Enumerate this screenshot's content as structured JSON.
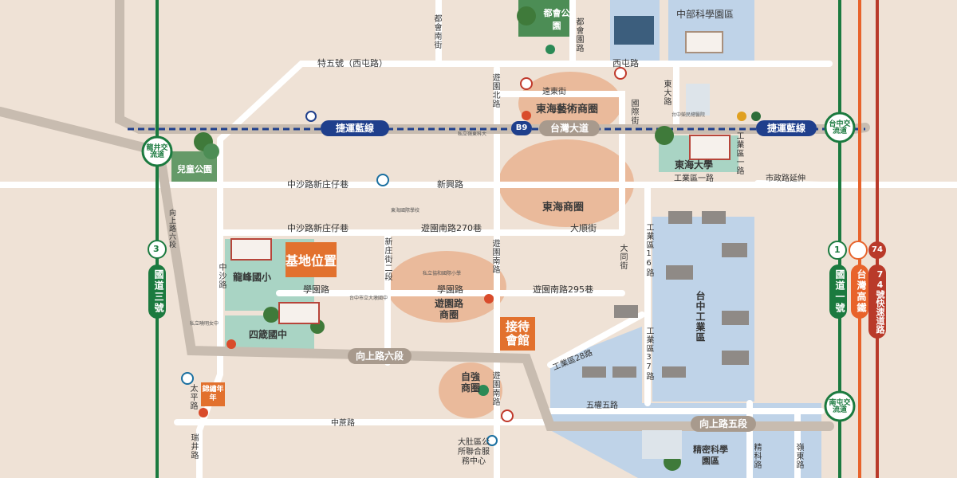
{
  "colors": {
    "background": "#efe2d6",
    "road": "#ffffff",
    "metro": "#1f3f8c",
    "freeway_green": "#1b7a3f",
    "thsr_orange": "#e8632b",
    "expressway_red": "#b93a2a",
    "industrial_blue": "#bfd3e8",
    "school_teal": "#a9d4c4",
    "park_green": "#4c8d55",
    "highlight": "#e2712e",
    "boulevard": "#c8bcb0"
  },
  "labels": {
    "park_dugong": "都會公園",
    "central_science_park": "中部科學園區",
    "road_te5": "特五號（西屯路）",
    "road_xitun": "西屯路",
    "road_duhui_south": "都會南街",
    "road_duhui_yuan": "都會園路",
    "road_dongda": "東大路",
    "road_yuandong": "遠東街",
    "road_youyuan_north": "遊園北路",
    "road_guoji": "國際街",
    "donghai_art_district": "東海藝術商圈",
    "metro_left": "捷運藍線",
    "metro_right": "捷運藍線",
    "taiwan_blvd": "台灣大道",
    "metro_station": "B9",
    "longjing_ic": "龍井交流道",
    "taichung_ic": "台中交流道",
    "children_park": "兒童公園",
    "road_zhongsha_1": "中沙路新庄仔巷",
    "road_zhongsha_2": "中沙路新庄仔巷",
    "road_xinxing": "新興路",
    "donghai_district": "東海商圈",
    "donghai_university": "東海大學",
    "road_industrial_1": "工業區一路",
    "road_industrial_1v": "工業區一路",
    "road_shizheng": "市政路延伸",
    "road_youyuan_south_270": "遊園南路270巷",
    "road_dashun": "大順街",
    "road_industrial_16": "工業區16路",
    "road_datong": "大同街",
    "site_location": "基地位置",
    "longfeng_elementary": "龍峰國小",
    "sikuang_junior": "四箴國中",
    "road_zhongsha_v": "中沙路",
    "road_xinzhuang": "新庄街二段",
    "road_xueyuan_1": "學園路",
    "road_xueyuan_2": "學園路",
    "road_youyuan_south_v": "遊園南路",
    "road_youyuan_south_295": "遊園南路295巷",
    "youyuan_district": "遊園路商圈",
    "reception_center": "接待會館",
    "taichung_industrial_zone": "台中工業區",
    "road_industrial_37": "工業區37路",
    "road_industrial_28": "工業區28路",
    "road_xiangshang_6": "向上路六段",
    "road_xiangshang_6v": "向上路六段",
    "road_xiangshang_5": "向上路五段",
    "ziqiang_district": "自強商圈",
    "jinxiu_district": "錦繡年年",
    "road_taiping": "太平路",
    "road_ruijing": "瑞井路",
    "road_wuqi": "五權五路",
    "road_zhongpei": "中蔗路",
    "road_youyuan_south_v2": "遊園南路",
    "dadu_office": "大肚區公所聯合服務中心",
    "precision_park": "精密科學園區",
    "road_jingke": "精科路",
    "road_lingdong": "嶺東路",
    "freeway_3_num": "3",
    "freeway_3": "國道三號",
    "freeway_1_num": "1",
    "freeway_1": "國道一號",
    "thsr": "台灣高鐵",
    "expressway_74_num": "74",
    "expressway_74": "74號快速道路",
    "nantun_ic": "南屯交流道",
    "taichung_metro_hall": "台中榮民總醫院",
    "prc_1": "私立嶺東科大",
    "prc_2": "私立協和國際小學",
    "small_a": "私立曉明女中",
    "small_b": "台中市立大墩國中",
    "small_c": "東海國際學校"
  },
  "icons": [
    "park-tree-icon",
    "store-711-icon",
    "store-familymart-icon",
    "store-hilife-icon",
    "mcdonalds-icon",
    "starbucks-icon",
    "pxmart-icon",
    "carrefour-icon",
    "bank-icon",
    "hospital-icon",
    "school-building-icon",
    "factory-icon",
    "freeway-shield-icon"
  ]
}
